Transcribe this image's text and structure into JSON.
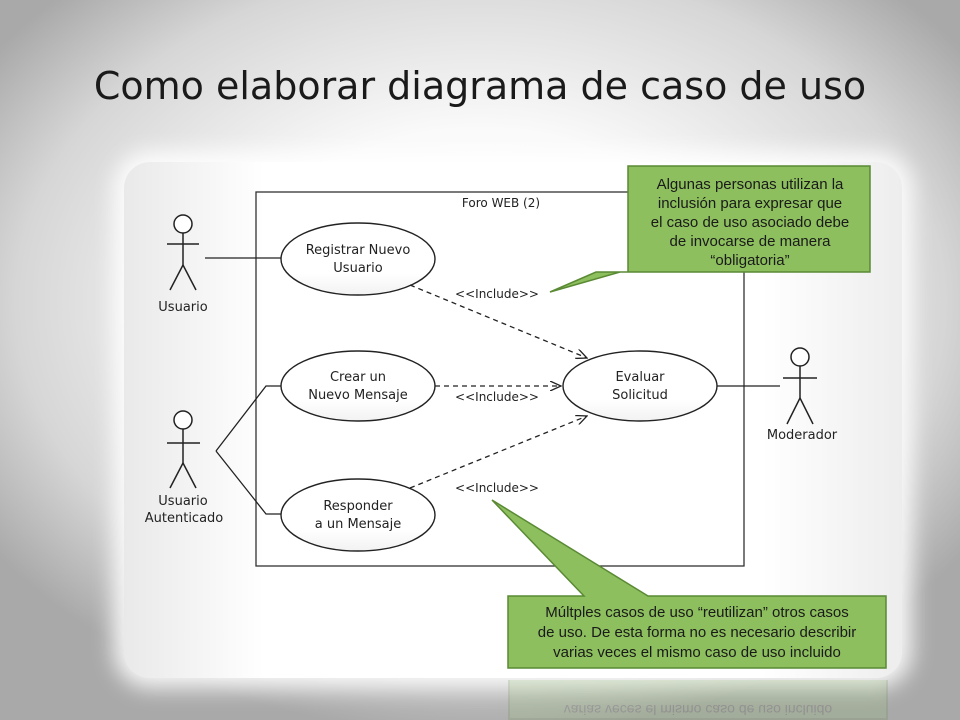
{
  "slide": {
    "title": "Como elaborar diagrama de caso de uso"
  },
  "diagram": {
    "system_boundary_label": "Foro WEB (2)",
    "actors": {
      "usuario": "Usuario",
      "usuario_autenticado_line1": "Usuario",
      "usuario_autenticado_line2": "Autenticado",
      "moderador": "Moderador"
    },
    "use_cases": {
      "registrar": [
        "Registrar Nuevo",
        "Usuario"
      ],
      "crear": [
        "Crear un",
        "Nuevo Mensaje"
      ],
      "responder": [
        "Responder",
        "a un Mensaje"
      ],
      "evaluar": [
        "Evaluar",
        "Solicitud"
      ]
    },
    "include_label": "<<Include>>",
    "callouts": {
      "top": [
        "Algunas personas utilizan la",
        "inclusión para expresar que",
        "el caso de uso asociado debe",
        "de invocarse de manera",
        "“obligatoria”"
      ],
      "bottom": [
        "Múltples casos de uso “reutilizan” otros casos",
        "de uso. De esta forma no es necesario describir",
        "varias veces el mismo caso de uso incluido"
      ]
    },
    "colors": {
      "callout_fill": "#8dbf5e",
      "callout_stroke": "#5a8a34",
      "line": "#222222"
    }
  }
}
